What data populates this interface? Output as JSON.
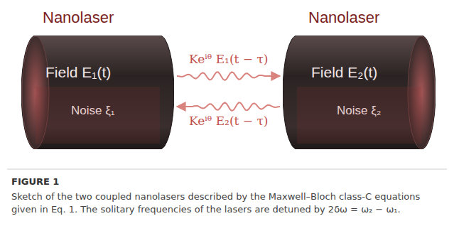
{
  "diagram": {
    "caption": "Sketch of the two coupled nanolasers described by the Maxwell–Bloch class-C equations given in Eq. 1. The solitary frequencies of the lasers are detuned by 2δω = ω₂ − ω₁.",
    "nodes": [
      {
        "text": [
          "Nanolaser",
          "Field E₁(t)",
          "Noise ξ₁"
        ]
      },
      {
        "text": [
          "Nanolaser",
          "Field E₂(t)",
          "Noise ξ₂"
        ]
      }
    ],
    "edges": [
      {
        "from": 0,
        "to": 1,
        "arrow": "to",
        "label": "Keⁱᶿ E₁(t − τ)"
      },
      {
        "from": 1,
        "to": 0,
        "arrow": "to",
        "label": "Keⁱᶿ E₂(t − τ)"
      }
    ],
    "labels": [
      "FIGURE 1"
    ]
  }
}
